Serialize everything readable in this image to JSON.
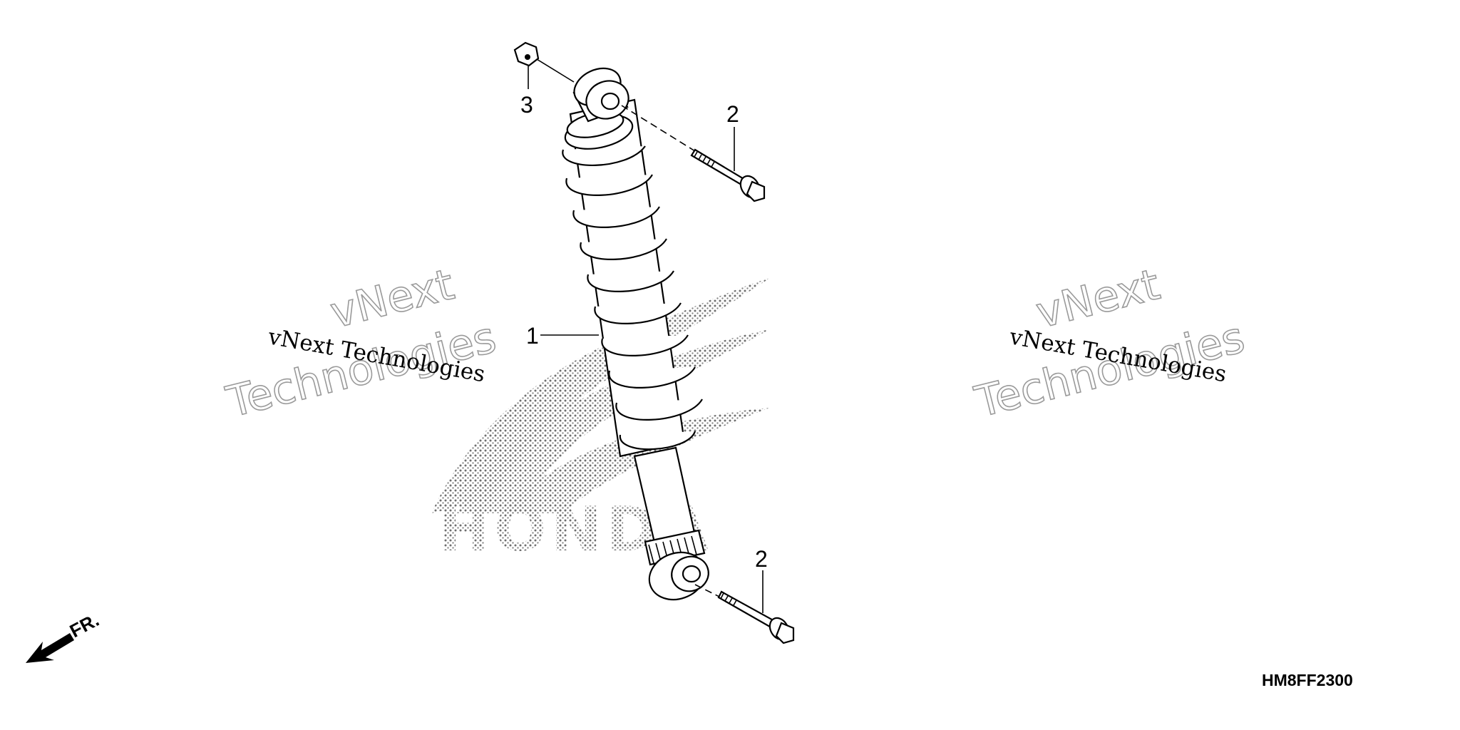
{
  "diagram": {
    "part_code": "HM8FF2300",
    "direction_indicator": "FR.",
    "logo_text": "HONDA",
    "watermarks": [
      {
        "name_small": "vNext Technologies",
        "name_large_top": "vNext",
        "name_large_bottom": "Technologies"
      },
      {
        "name_small": "vNext Technologies",
        "name_large_top": "vNext",
        "name_large_bottom": "Technologies"
      }
    ],
    "callouts": [
      {
        "number": "1",
        "part": "shock absorber"
      },
      {
        "number": "2",
        "part": "flange bolt (upper)"
      },
      {
        "number": "2",
        "part": "flange bolt (lower)"
      },
      {
        "number": "3",
        "part": "nut"
      }
    ]
  }
}
